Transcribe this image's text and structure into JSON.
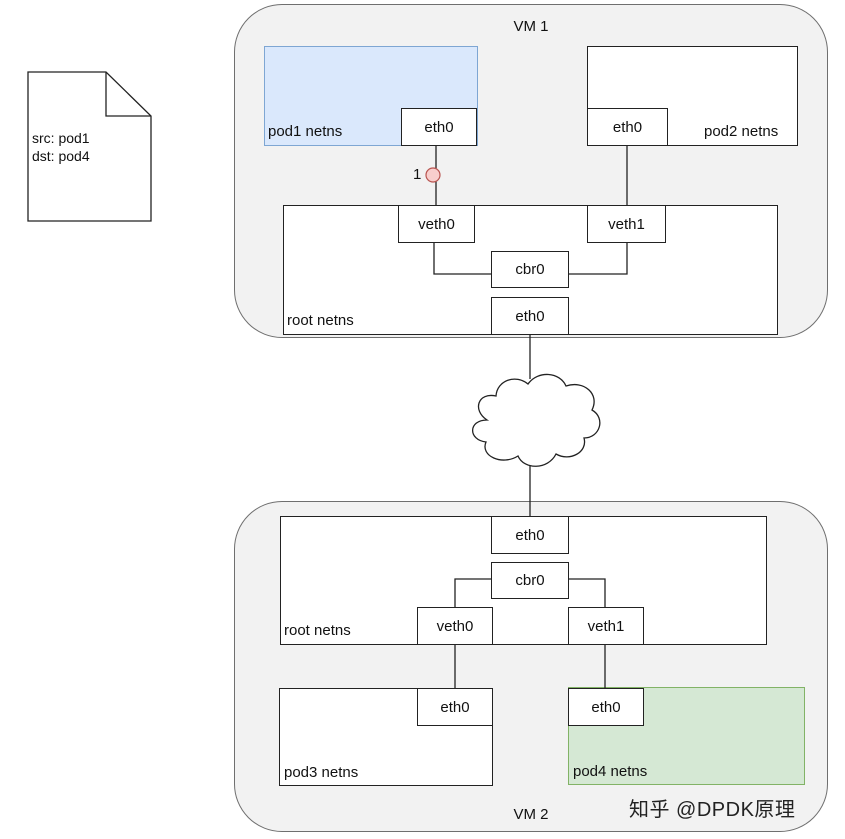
{
  "note": {
    "src": "src: pod1",
    "dst": "dst: pod4"
  },
  "vm1": {
    "title": "VM 1",
    "pod1": {
      "label": "pod1 netns",
      "iface": "eth0"
    },
    "pod2": {
      "label": "pod2 netns",
      "iface": "eth0"
    },
    "root": {
      "label": "root netns",
      "veth0": "veth0",
      "veth1": "veth1",
      "bridge": "cbr0",
      "iface": "eth0"
    },
    "step_marker": "1"
  },
  "vm2": {
    "title": "VM 2",
    "root": {
      "label": "root netns",
      "iface": "eth0",
      "bridge": "cbr0",
      "veth0": "veth0",
      "veth1": "veth1"
    },
    "pod3": {
      "label": "pod3 netns",
      "iface": "eth0"
    },
    "pod4": {
      "label": "pod4 netns",
      "iface": "eth0"
    }
  },
  "watermark": "知乎 @DPDK原理",
  "colors": {
    "vm_fill": "#f2f2f2",
    "pod1_fill": "#dae8fc",
    "pod4_fill": "#d5e8d4",
    "marker_fill": "#f8cecc"
  }
}
